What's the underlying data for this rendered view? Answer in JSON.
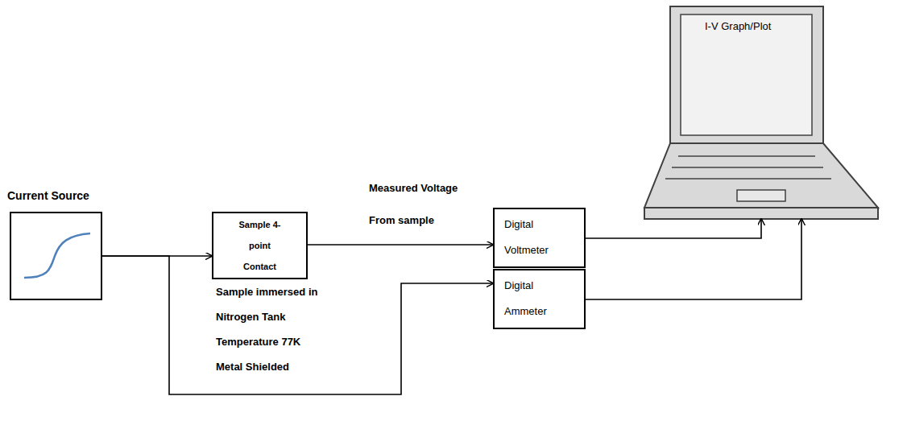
{
  "diagram": {
    "nodes": [
      {
        "text": [
          "Current Source"
        ]
      },
      {
        "text": [
          "Sample 4-point Contact"
        ]
      },
      {
        "text": [
          "Digital Voltmeter"
        ]
      },
      {
        "text": [
          "Digital Ammeter"
        ]
      },
      {
        "text": [
          "I-V Graph/Plot"
        ]
      }
    ],
    "edges": [
      {
        "from": 0,
        "to": 1,
        "arrow": "to"
      },
      {
        "from": 0,
        "to": 3,
        "arrow": "to"
      },
      {
        "from": 1,
        "to": 2,
        "arrow": "to",
        "label": "Measured Voltage From sample"
      },
      {
        "from": 2,
        "to": 4,
        "arrow": "to"
      },
      {
        "from": 3,
        "to": 4,
        "arrow": "to"
      }
    ],
    "labels": [
      "Sample immersed in Nitrogen Tank Temperature 77K Metal Shielded"
    ]
  }
}
